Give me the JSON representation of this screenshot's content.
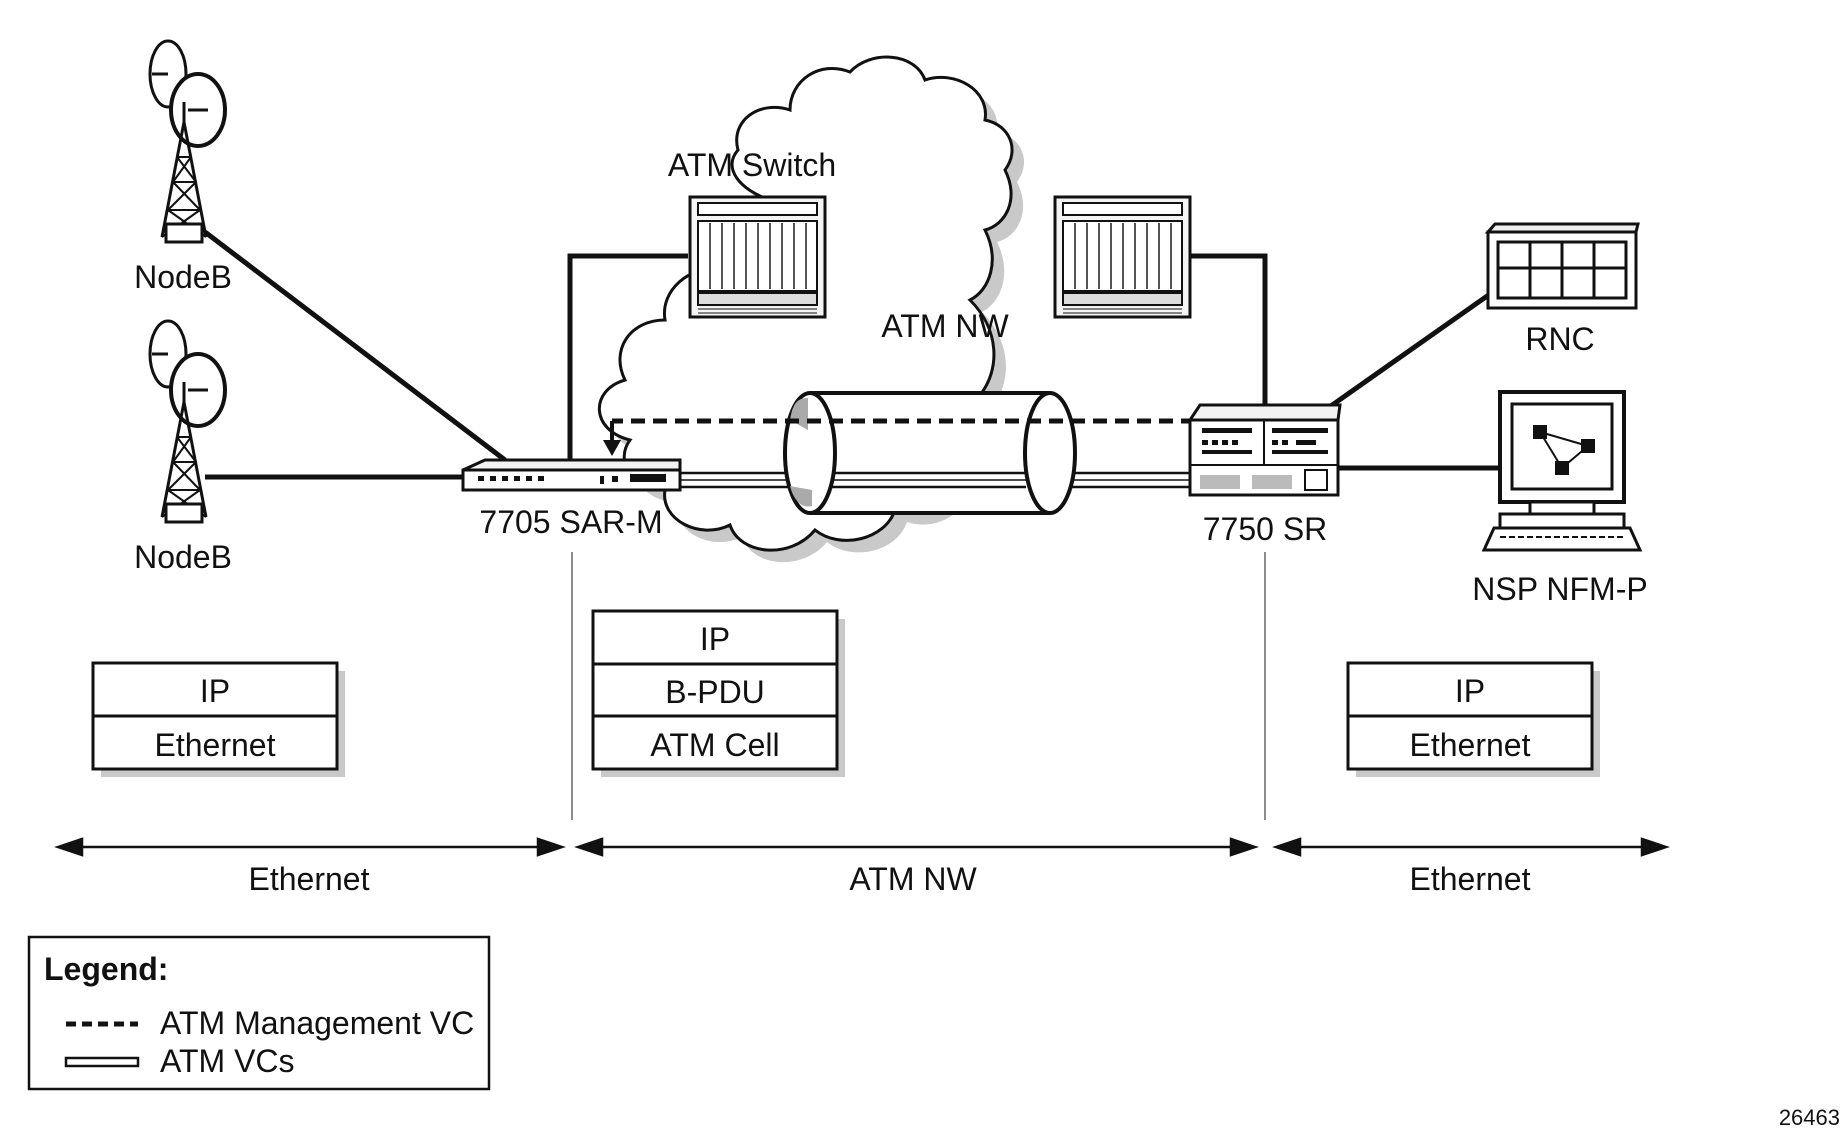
{
  "devices": {
    "nodeb_top": "NodeB",
    "nodeb_bottom": "NodeB",
    "sar": "7705 SAR-M",
    "atm_switch": "ATM Switch",
    "atm_cloud": "ATM NW",
    "sr": "7750 SR",
    "rnc": "RNC",
    "nsp": "NSP NFM-P"
  },
  "stacks": {
    "left": [
      "IP",
      "Ethernet"
    ],
    "middle": [
      "IP",
      "B-PDU",
      "ATM Cell"
    ],
    "right": [
      "IP",
      "Ethernet"
    ]
  },
  "segments": {
    "left": "Ethernet",
    "middle": "ATM NW",
    "right": "Ethernet"
  },
  "legend": {
    "title": "Legend:",
    "management_vc": "ATM Management VC",
    "vcs": "ATM VCs"
  },
  "figure_id": "26463"
}
